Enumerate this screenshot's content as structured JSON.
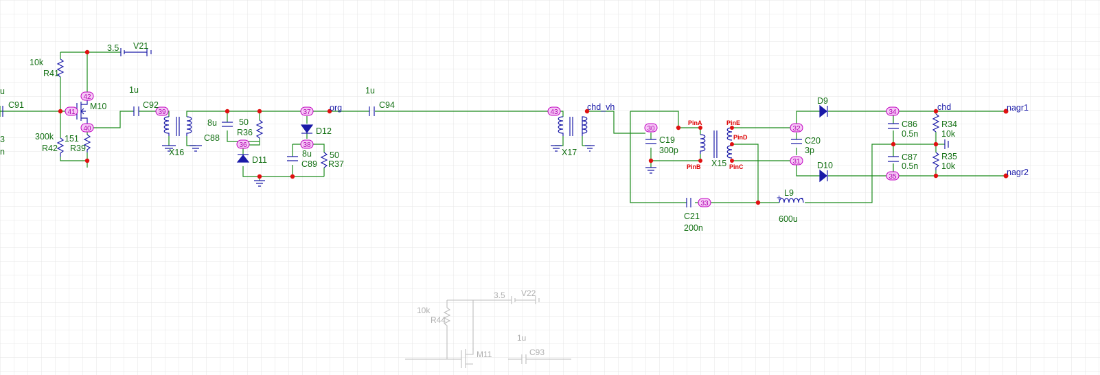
{
  "labels": {
    "c91": "C91",
    "r41_val": "10k",
    "r41": "R41",
    "v21_val": "3.5",
    "v21": "V21",
    "m10": "M10",
    "r42_val": "300k",
    "r42": "R42",
    "r39_val": "151",
    "r39": "R39",
    "c92_val": "1u",
    "c92": "C92",
    "x16": "X16",
    "c88_val": "8u",
    "c88": "C88",
    "r36_val": "50",
    "r36": "R36",
    "d11": "D11",
    "d12": "D12",
    "c89_val": "8u",
    "c89": "C89",
    "r37_val": "50",
    "r37": "R37",
    "c94_val": "1u",
    "c94": "C94",
    "x17": "X17",
    "c19": "C19",
    "c19_val": "300p",
    "x15": "X15",
    "c20": "C20",
    "c20_val": "3p",
    "c21": "C21",
    "c21_val": "200n",
    "l9": "L9",
    "l9_val": "600u",
    "d9": "D9",
    "d10": "D10",
    "c86": "C86",
    "c86_val": "0.5n",
    "c87": "C87",
    "c87_val": "0.5n",
    "r34": "R34",
    "r34_val": "10k",
    "r35": "R35",
    "r35_val": "10k",
    "left_u": "u",
    "left_3": "3",
    "left_n": "n"
  },
  "nets": {
    "org": "org",
    "chd_vh": "chd_vh",
    "chd": "chd",
    "nagr1": "nagr1",
    "nagr2": "nagr2"
  },
  "pins": {
    "pina": "PinA",
    "pinb": "PinB",
    "pinc": "PinC",
    "pind": "PinD",
    "pine": "PinE"
  },
  "nodes": {
    "n41": "41",
    "n42": "42",
    "n40": "40",
    "n39": "39",
    "n36": "36",
    "n37": "37",
    "n38": "38",
    "n43": "43",
    "n30": "30",
    "n32": "32",
    "n31": "31",
    "n33": "33",
    "n34": "34",
    "n35": "35"
  },
  "faded": {
    "r44_val": "10k",
    "r44": "R44",
    "v22_val": "3.5",
    "v22": "V22",
    "m11": "M11",
    "c93_val": "1u",
    "c93": "C93"
  },
  "colors": {
    "wire": "#1a8a1a",
    "component": "#1a1aa8",
    "junction": "#e01010",
    "node_tag": "#c000c0",
    "grid": "#e6e6e6",
    "faded": "#bdbdbd"
  }
}
